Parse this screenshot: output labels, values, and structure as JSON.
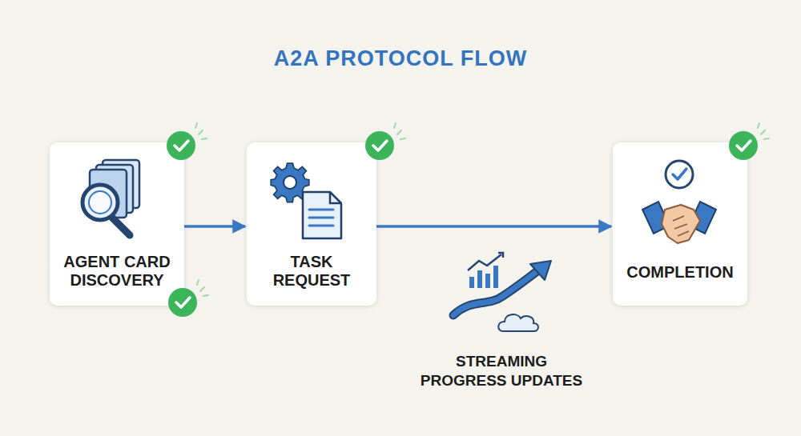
{
  "diagram": {
    "title": "A2A PROTOCOL FLOW",
    "nodes": [
      {
        "text": [
          "AGENT CARD DISCOVERY"
        ]
      },
      {
        "text": [
          "TASK REQUEST"
        ]
      },
      {
        "text": [
          "COMPLETION"
        ]
      }
    ],
    "edges": [
      {
        "from": 0,
        "to": 1,
        "arrow": "to"
      },
      {
        "from": 1,
        "to": 2,
        "arrow": "to",
        "label": "STREAMING PROGRESS UPDATES"
      }
    ]
  }
}
